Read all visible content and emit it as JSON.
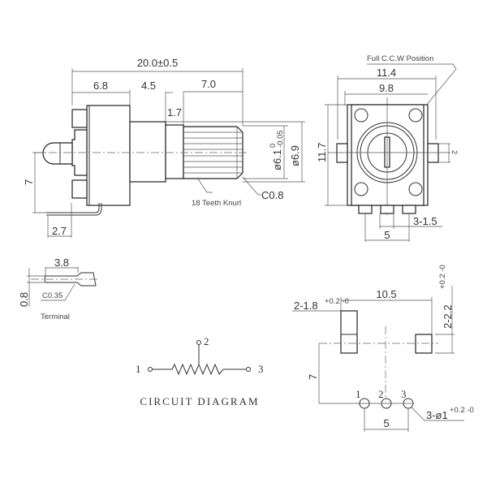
{
  "side_view": {
    "overall_length": "20.0±0.5",
    "body_length": "6.8",
    "stem_length": "4.5",
    "bushing_length": "1.7",
    "knurl_length": "7.0",
    "shaft_dia": "ø6.1",
    "shaft_dia_tol_upper": "0",
    "shaft_dia_tol_lower": "-0.05",
    "bushing_dia": "ø6.9",
    "knurl_note": "18 Teeth Knurl",
    "chamfer": "C0.8",
    "terminal_height": "7",
    "terminal_offset": "2.7"
  },
  "front_view": {
    "ccw_note": "Full C.C.W Position",
    "overall_width": "11.4",
    "body_width": "9.8",
    "height": "11.7",
    "tab_width": "2",
    "pin_width": "3-1.5",
    "pin_pitch": "5"
  },
  "terminal_detail": {
    "length": "3.8",
    "chamfer": "C0.35",
    "width": "0.8",
    "label": "Terminal"
  },
  "circuit": {
    "pin1": "1",
    "pin2": "2",
    "pin3": "3",
    "title": "CIRCUIT DIAGRAM"
  },
  "pcb_layout": {
    "pad_spacing": "10.5",
    "slot_width": "2-1.8",
    "slot_width_tol": "+0.2 -0",
    "slot_length": "2-2.2",
    "slot_length_tol": "+0.2 -0",
    "row_offset": "7",
    "pin1": "1",
    "pin2": "2",
    "pin3": "3",
    "pin_pitch": "5",
    "hole_dia": "3-ø1",
    "hole_dia_tol": "+0.2 -0"
  }
}
